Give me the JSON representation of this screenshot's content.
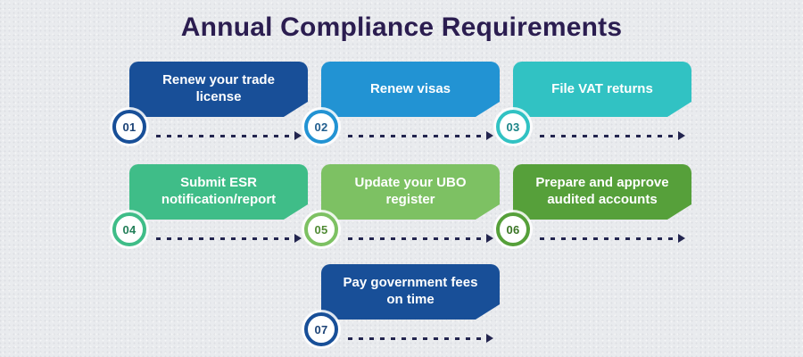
{
  "title": "Annual Compliance Requirements",
  "colors": {
    "background": "#e9ebee",
    "title_color": "#2b1d50",
    "arrow": "#23254f",
    "circle_fill": "#ffffff"
  },
  "steps": [
    {
      "number": "01",
      "label": "Renew your trade license",
      "color": "#184f98",
      "number_color": "#1b4276"
    },
    {
      "number": "02",
      "label": "Renew visas",
      "color": "#2293d3",
      "number_color": "#1f5d8e"
    },
    {
      "number": "03",
      "label": "File VAT returns",
      "color": "#31c2c3",
      "number_color": "#1b8487"
    },
    {
      "number": "04",
      "label": "Submit ESR notification/report",
      "color": "#3fbd88",
      "number_color": "#227e58"
    },
    {
      "number": "05",
      "label": "Update your UBO register",
      "color": "#7dc163",
      "number_color": "#4f8a33"
    },
    {
      "number": "06",
      "label": "Prepare and approve audited accounts",
      "color": "#56a03a",
      "number_color": "#3a7524"
    },
    {
      "number": "07",
      "label": "Pay government fees on time",
      "color": "#184f98",
      "number_color": "#1b4276"
    }
  ]
}
